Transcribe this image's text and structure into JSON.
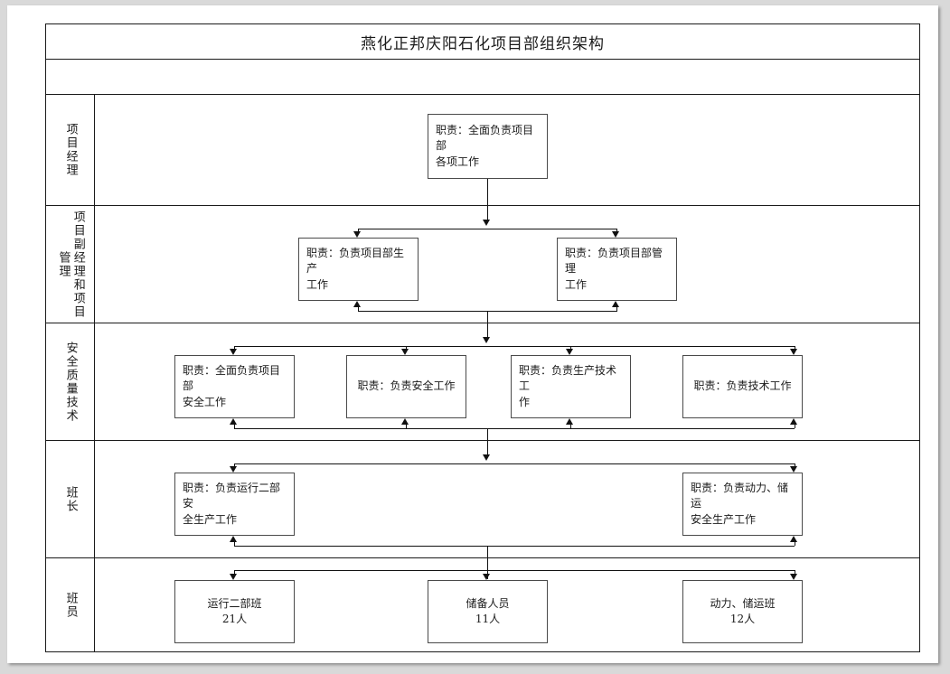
{
  "document": {
    "title": "燕化正邦庆阳石化项目部组织架构"
  },
  "bands": [
    {
      "key": "project-manager",
      "label": "项目经理",
      "nodes": [
        {
          "name": "project-manager-duty",
          "text": "职责：全面负责项目部\n各项工作",
          "align": "lead"
        }
      ]
    },
    {
      "key": "deputy-manager",
      "label": "项目副经理和项目管理",
      "nodes": [
        {
          "name": "deputy-production-duty",
          "text": "职责：负责项目部生产\n工作",
          "align": "lead"
        },
        {
          "name": "deputy-management-duty",
          "text": "职责：负责项目部管理\n工作",
          "align": "lead"
        }
      ]
    },
    {
      "key": "safety-quality-tech",
      "label": "安全质量技术",
      "nodes": [
        {
          "name": "sqt-overall-safety-duty",
          "text": "职责：全面负责项目部\n安全工作",
          "align": "lead"
        },
        {
          "name": "sqt-safety-duty",
          "text": "职责：负责安全工作",
          "align": "center"
        },
        {
          "name": "sqt-production-tech-duty",
          "text": "职责：负责生产技术工\n作",
          "align": "lead"
        },
        {
          "name": "sqt-tech-duty",
          "text": "职责：负责技术工作",
          "align": "center"
        }
      ]
    },
    {
      "key": "shift-leader",
      "label": "班长",
      "nodes": [
        {
          "name": "shift-leader-ops2-duty",
          "text": "职责：负责运行二部安\n全生产工作",
          "align": "lead"
        },
        {
          "name": "shift-leader-power-storage-duty",
          "text": "职责：负责动力、储运\n安全生产工作",
          "align": "lead"
        }
      ]
    },
    {
      "key": "shift-member",
      "label": "班员",
      "nodes": [
        {
          "name": "team-ops2",
          "text": "运行二部班\n21人",
          "align": "center"
        },
        {
          "name": "team-reserve",
          "text": "储备人员\n11人",
          "align": "center"
        },
        {
          "name": "team-power-storage",
          "text": "动力、储运班\n12人",
          "align": "center"
        }
      ]
    }
  ],
  "colors": {
    "page_background": "#d9d9d9",
    "sheet": "#ffffff",
    "table_border": "#1a1a1a",
    "node_border": "#4a4a4a",
    "connector": "#111111",
    "text": "#1a1a1a"
  }
}
